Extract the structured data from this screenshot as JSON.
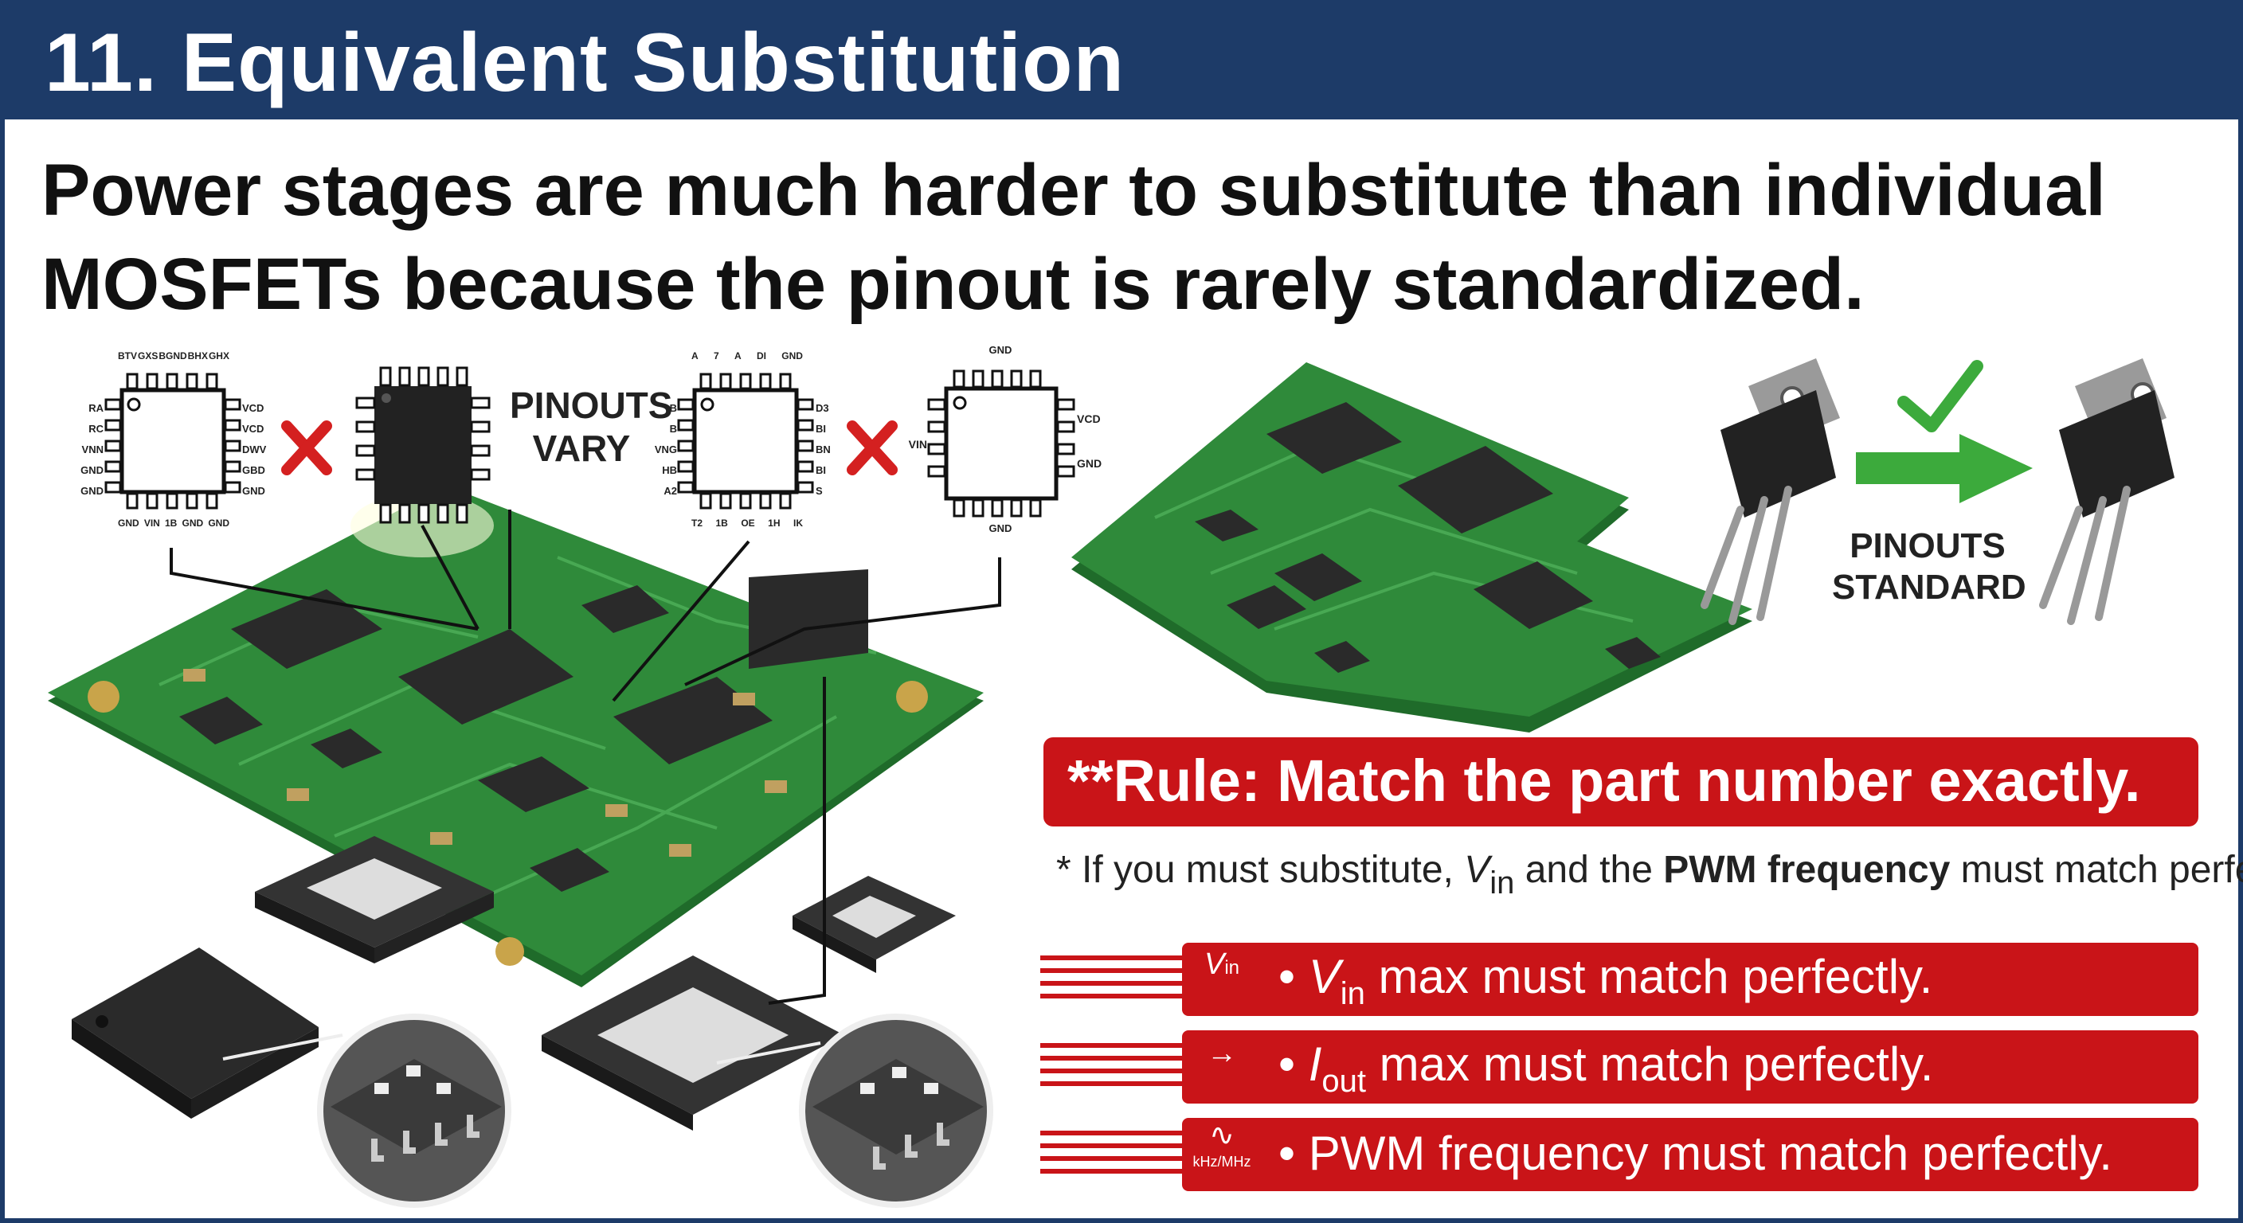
{
  "header": {
    "title": "11. Equivalent Substitution"
  },
  "headline": {
    "line1": "Power stages are much harder to substitute than individual",
    "line2": "MOSFETs because the pinout is rarely standardized."
  },
  "diagram": {
    "pinouts_vary_line1": "PINOUTS",
    "pinouts_vary_line2": "VARY",
    "pinouts_standard_line1": "PINOUTS",
    "pinouts_standard_line2": "STANDARD",
    "chip1_left_pins": [
      "RA",
      "RC",
      "VNN",
      "GND",
      "GND"
    ],
    "chip1_right_pins": [
      "VCD",
      "VCD",
      "DWV",
      "GBD",
      "GND"
    ],
    "chip1_top_pins": [
      "BTV",
      "GXS",
      "BGND",
      "BHX",
      "GHX"
    ],
    "chip1_bottom_pins": [
      "GND",
      "VIN",
      "1B",
      "GND",
      "GND"
    ],
    "chip3_left_pins": [
      "B",
      "B",
      "VNG",
      "HB",
      "A2"
    ],
    "chip3_right_pins": [
      "D3",
      "BI",
      "BN",
      "BI",
      "S"
    ],
    "chip3_top_pins": [
      "A",
      "7",
      "A",
      "DI",
      "GND"
    ],
    "chip3_bottom_pins": [
      "T2",
      "1B",
      "OE",
      "1H",
      "IK"
    ],
    "chip4_left_pins": [
      "VIN"
    ],
    "chip4_right_pins": [
      "VCD",
      "GND"
    ],
    "chip4_top_pins": [
      "GND"
    ],
    "chip4_bottom_pins": [
      "GND"
    ],
    "cross_icon": "x-mark-icon",
    "check_icon": "check-mark-icon",
    "arrow_icon": "arrow-right-icon"
  },
  "rule": {
    "text": "**Rule: Match the part number exactly.",
    "note_prefix": "* If you must substitute,",
    "note_v": "V",
    "note_in": "in",
    "note_mid": "and the",
    "note_bold": "PWM frequency",
    "note_suffix": "must match perfectly."
  },
  "bullets": [
    {
      "icon_label": "V",
      "icon_sub": "in",
      "dot": "•",
      "var": "V",
      "var_sub": "in",
      "text": "max must match perfectly."
    },
    {
      "icon_label": "→",
      "icon_sub": "",
      "dot": "•",
      "var": "I",
      "var_sub": "out",
      "text": "max must match perfectly."
    },
    {
      "icon_label": "∿",
      "icon_sub": "kHz/MHz",
      "dot": "•",
      "var": "",
      "var_sub": "",
      "text": "PWM frequency must match perfectly."
    }
  ],
  "colors": {
    "header": "#1d3b68",
    "red": "#c91418",
    "pcb": "#2f8a3a",
    "pcb_dark": "#1f6b2a",
    "chip": "#2a2a2a"
  }
}
